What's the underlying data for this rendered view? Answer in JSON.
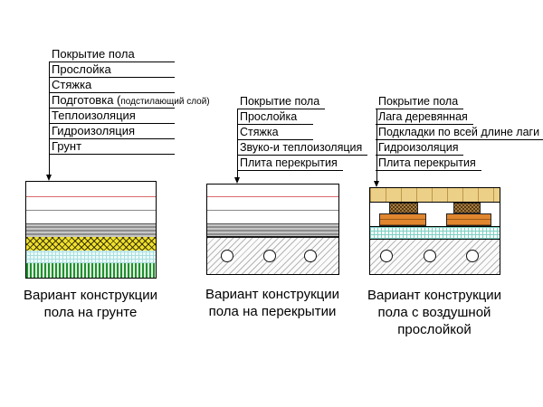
{
  "colors": {
    "interlayer_red": "#d96b6b",
    "thermal_yellow": "#efe02e",
    "waterproof_cyan": "#aadede",
    "ground_green": "#1f9030",
    "hatch_gray": "#b5b5b5",
    "floor_tan": "#ecd088",
    "joist_brown": "#a97c3c",
    "pad_orange": "#e0862f",
    "teal_grid": "#7fd0c4"
  },
  "left": {
    "labels": [
      {
        "text": "Покрытие пола"
      },
      {
        "text": "Прослойка"
      },
      {
        "text": "Стяжка"
      },
      {
        "text": "Подготовка (",
        "note": "подстилающий слой)"
      },
      {
        "text": "Теплоизоляция"
      },
      {
        "text": "Гидроизоляция"
      },
      {
        "text": "Грунт"
      }
    ],
    "caption": [
      "Вариант конструкции",
      "пола на грунте"
    ]
  },
  "middle": {
    "labels": [
      {
        "text": "Покрытие пола"
      },
      {
        "text": "Прослойка"
      },
      {
        "text": "Стяжка"
      },
      {
        "text": "Звуко-и теплоизоляция"
      },
      {
        "text": "Плита перекрытия"
      }
    ],
    "caption": [
      "Вариант конструкции",
      "пола на перекрытии"
    ]
  },
  "right": {
    "labels": [
      {
        "text": "Покрытие пола"
      },
      {
        "text": "Лага деревянная"
      },
      {
        "text": "Подкладки по всей длине лаги"
      },
      {
        "text": "Гидроизоляция"
      },
      {
        "text": "Плита перекрытия"
      }
    ],
    "caption": [
      "Вариант конструкции",
      "пола с воздушной",
      "прослойкой"
    ]
  }
}
